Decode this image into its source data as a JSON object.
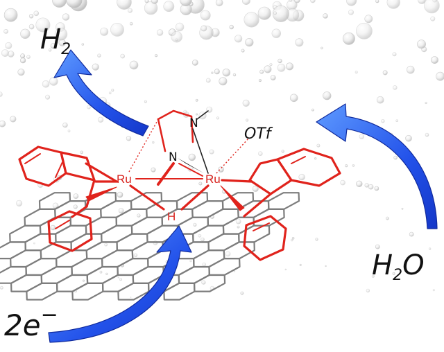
{
  "labels": {
    "h2": {
      "main": "H",
      "sub": "2"
    },
    "water": {
      "main": "H",
      "sub": "2",
      "tail": "O"
    },
    "electrons": {
      "main": "2e",
      "sup": "−"
    },
    "otf": "OTf",
    "ru_left": "Ru",
    "ru_right": "Ru",
    "hydride": "H",
    "n_upper": "N",
    "n_lower": "N"
  },
  "colors": {
    "arrow_blue": "#1f47e6",
    "arrow_light": "#4f8bff",
    "complex_red": "#e0231c",
    "graphene_gray": "#7d7d7d",
    "bubble": "#d9d9d9"
  },
  "icons": [
    "bubbles-background",
    "graphene-sheet-icon",
    "curved-arrow-icon"
  ]
}
